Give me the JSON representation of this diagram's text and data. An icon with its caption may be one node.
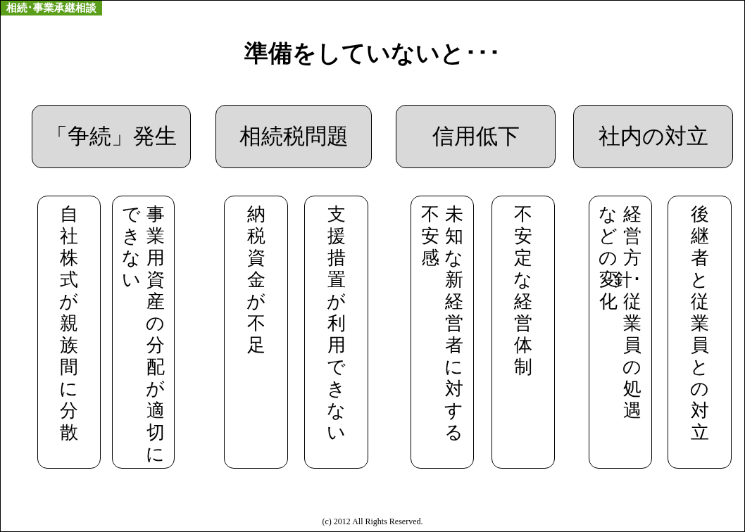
{
  "diagram": {
    "title": "準備をしていないと･･･",
    "nodes": [
      {
        "text": [
          "「争続」発生"
        ]
      },
      {
        "text": [
          "相続税問題"
        ]
      },
      {
        "text": [
          "信用低下"
        ]
      },
      {
        "text": [
          "社内の対立"
        ]
      },
      {
        "text": [
          "自社株式が親族間に分散"
        ]
      },
      {
        "text": [
          "事業用資産の分配が適切にできない"
        ]
      },
      {
        "text": [
          "納税資金が不足"
        ]
      },
      {
        "text": [
          "支援措置が利用できない"
        ]
      },
      {
        "text": [
          "未知な新経営者に対する不安感"
        ]
      },
      {
        "text": [
          "不安定な経営体制"
        ]
      },
      {
        "text": [
          "経営方針･従業員の処遇などの変化"
        ]
      },
      {
        "text": [
          "後継者と従業員との対立"
        ]
      }
    ],
    "labels": [
      "相続･事業承継相談",
      "(c) 2012 All Rights Reserved."
    ]
  }
}
